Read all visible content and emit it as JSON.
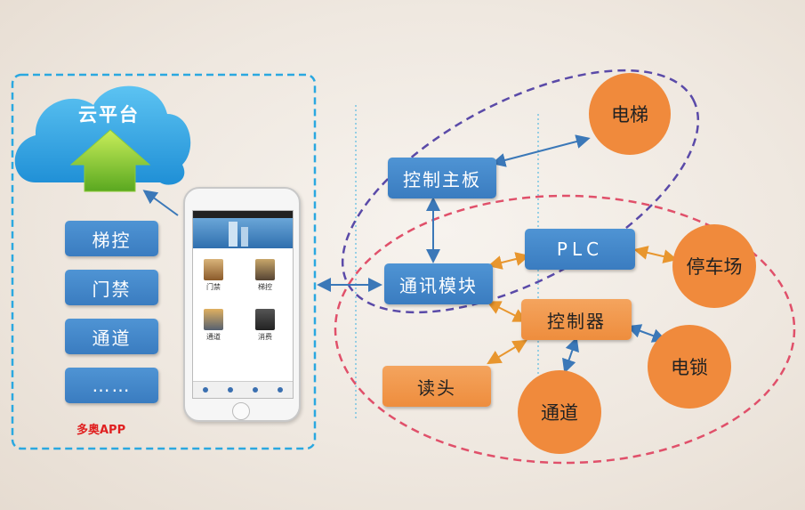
{
  "cloud": {
    "label": "云平台"
  },
  "left_menu": [
    "梯控",
    "门禁",
    "通道",
    "……"
  ],
  "app_label": "多奥APP",
  "phone": {
    "tiles": [
      "门禁",
      "梯控",
      "通道",
      "消费"
    ]
  },
  "nodes": {
    "control_board": "控制主板",
    "comm_module": "通讯模块",
    "plc": "PLC",
    "controller": "控制器",
    "reader": "读头"
  },
  "circles": {
    "elevator": "电梯",
    "parking": "停车场",
    "lock": "电锁",
    "channel": "通道"
  },
  "colors": {
    "blue_box": "#3a7cc0",
    "orange_box": "#ee8d3d",
    "circle": "#f08a3c",
    "purple_ellipse": "#5a4aa8",
    "red_ellipse": "#e0506a",
    "frame": "#2aa8e0"
  }
}
